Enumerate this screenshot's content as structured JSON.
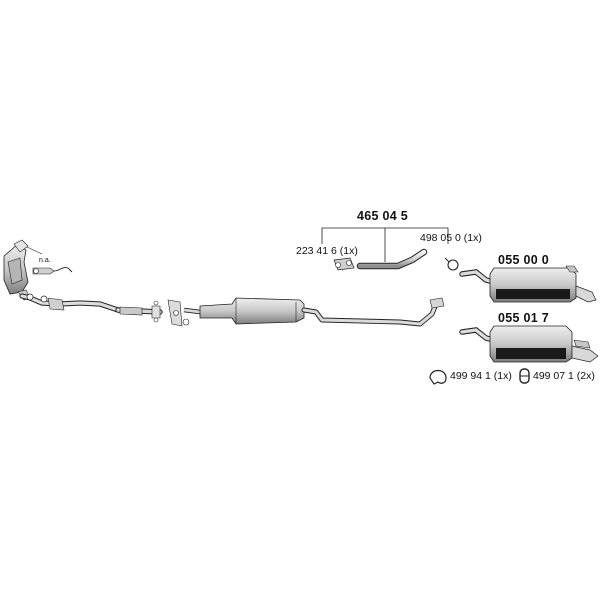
{
  "diagram": {
    "labels": {
      "assembly_number": "465 04 5",
      "part_223416": "223 41 6 (1x)",
      "part_498050": "498 05 0 (1x)",
      "rear_silencer_a": "055 00 0",
      "rear_silencer_b": "055 01 7",
      "part_499941": "499 94 1 (1x)",
      "part_499071": "499 07 1 (2x)",
      "note_na": "n.a."
    },
    "colors": {
      "line": "#222222",
      "part_fill": "#d9d9d9",
      "part_shadow": "#9a9a9a",
      "silencer_band": "#1a1a1a"
    }
  }
}
